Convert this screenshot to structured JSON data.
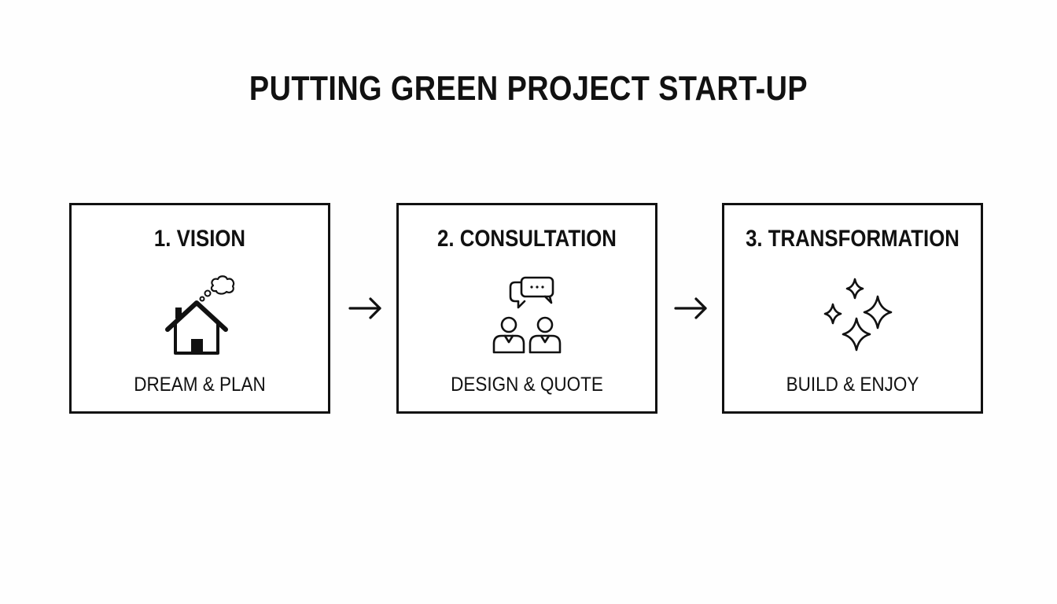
{
  "title": "PUTTING GREEN PROJECT START-UP",
  "steps": [
    {
      "title": "1. VISION",
      "label": "DREAM & PLAN",
      "icon": "house-with-thought-bubble-icon"
    },
    {
      "title": "2. CONSULTATION",
      "label": "DESIGN & QUOTE",
      "icon": "people-conversation-icon"
    },
    {
      "title": "3. TRANSFORMATION",
      "label": "BUILD & ENJOY",
      "icon": "sparkles-icon"
    }
  ],
  "connectors": [
    "arrow-right-icon",
    "arrow-right-icon"
  ],
  "colors": {
    "stroke": "#111111",
    "background": "#fefefe"
  }
}
